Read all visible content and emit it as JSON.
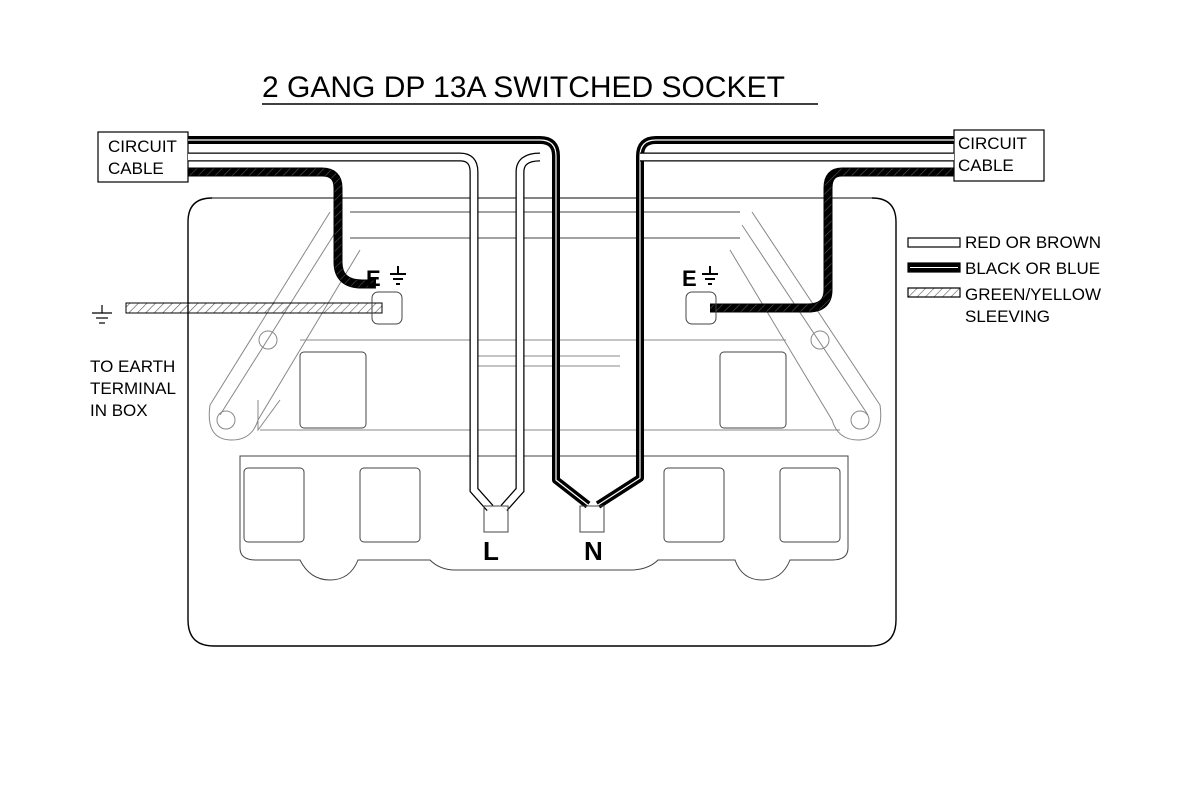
{
  "title": "2 GANG DP 13A SWITCHED SOCKET",
  "circuit_cable_left": {
    "line1": "CIRCUIT",
    "line2": "CABLE"
  },
  "circuit_cable_right": {
    "line1": "CIRCUIT",
    "line2": "CABLE"
  },
  "earth_note": {
    "line1": "TO EARTH",
    "line2": "TERMINAL",
    "line3": "IN BOX"
  },
  "terminals": {
    "live": "L",
    "neutral": "N",
    "earth_left": "E",
    "earth_right": "E"
  },
  "legend": {
    "red": "RED OR BROWN",
    "black": "BLACK OR BLUE",
    "green_line1": "GREEN/YELLOW",
    "green_line2": "SLEEVING"
  },
  "icons": [
    "earth-symbol-icon"
  ],
  "colors": {
    "line": "#000000",
    "background": "#ffffff"
  }
}
